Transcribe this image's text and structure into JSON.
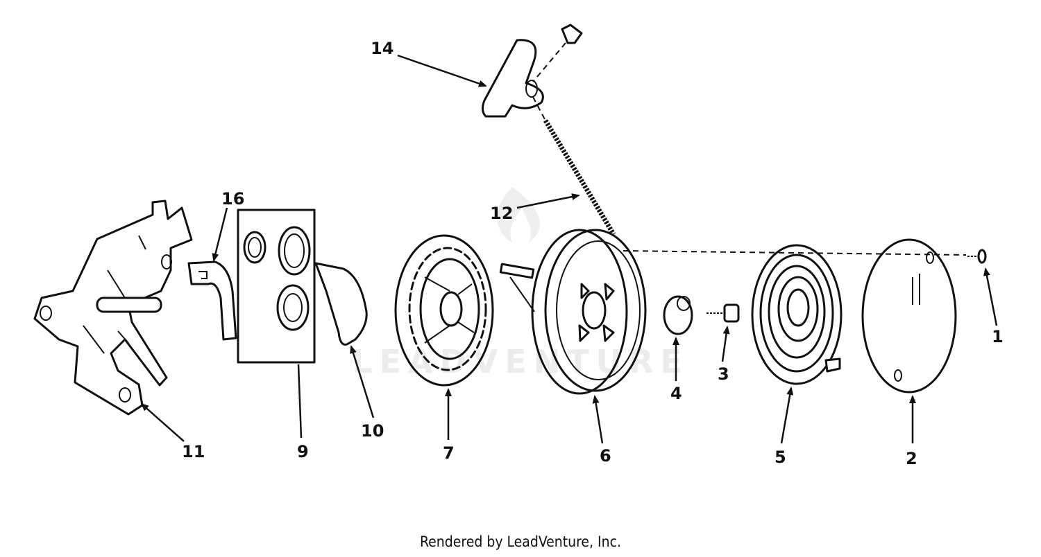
{
  "diagram": {
    "watermark": "LEADVENTURE",
    "footer": "Rendered by LeadVenture, Inc.",
    "callouts": [
      "1",
      "2",
      "3",
      "4",
      "5",
      "6",
      "7",
      "9",
      "10",
      "11",
      "12",
      "14",
      "16"
    ]
  }
}
